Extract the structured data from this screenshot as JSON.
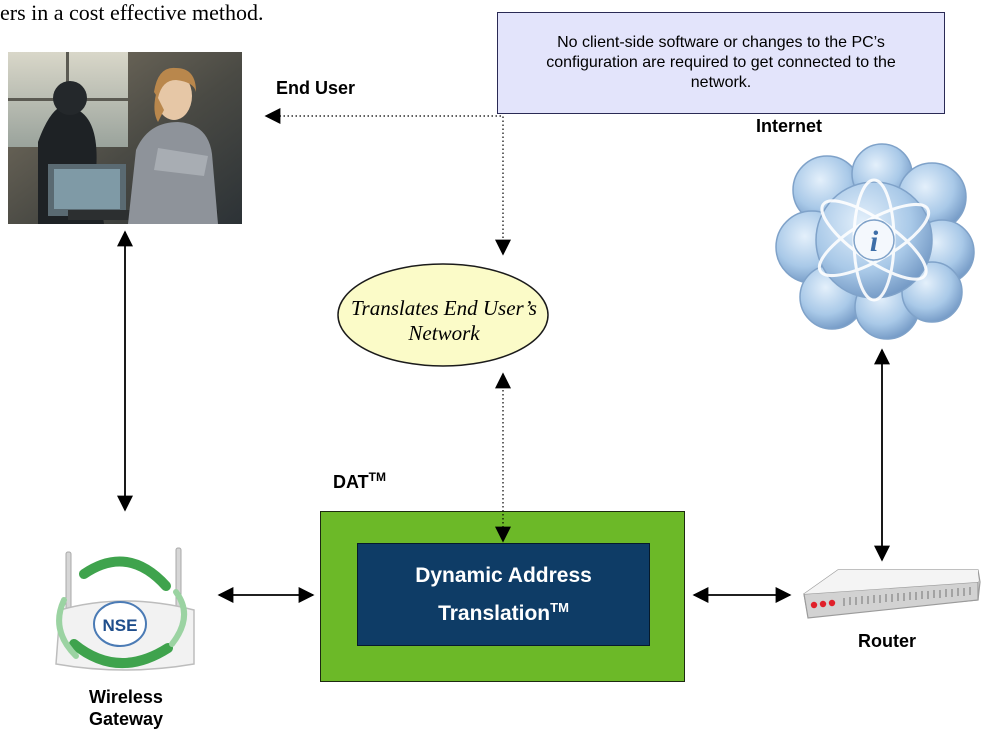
{
  "intro_text": "ers in a cost effective method.",
  "note": "No client-side software or changes to the PC’s configuration are required to get connected to the network.",
  "nodes": {
    "end_user": "End User",
    "internet": "Internet",
    "dat": "DAT",
    "dat_tm": "TM",
    "translates": "Translates End User’s Network",
    "dynamic_address": "Dynamic Address Translation",
    "dynamic_tm": "TM",
    "router": "Router",
    "wireless_gateway": "Wireless Gateway",
    "gateway_logo": "NSE"
  },
  "colors": {
    "note_fill": "#e3e4fb",
    "ellipse_fill": "#fbfbc8",
    "green_box": "#6cb928",
    "navy_box": "#0e3c66",
    "cloud": "#9cc0e4",
    "router_led": "#e0202a"
  },
  "icons": {
    "photo": "office-worker-photo",
    "cloud": "internet-cloud-icon",
    "router": "router-device-icon",
    "gateway": "wireless-gateway-icon"
  }
}
